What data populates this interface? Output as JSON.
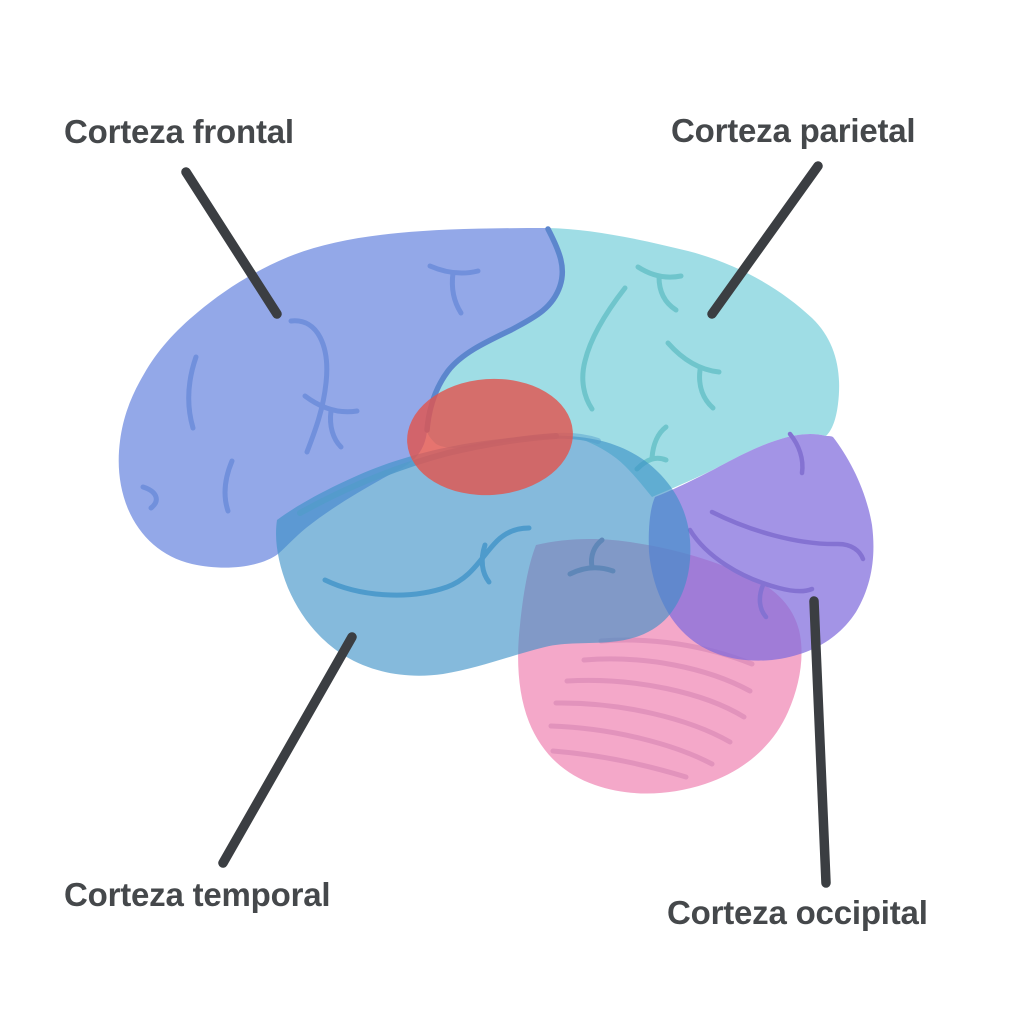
{
  "diagram": {
    "type": "brain-lateral-view-labeled",
    "language": "es",
    "background_color": "#FFFFFF",
    "label_color": "#45484B",
    "pointer_color": "#3B3E42",
    "regions": {
      "frontal": {
        "label": "Corteza frontal",
        "fill": "#93A8E8",
        "sulci": "#7190DC",
        "edge": "#5C86CD"
      },
      "parietal": {
        "label": "Corteza parietal",
        "fill": "#9FDDE5",
        "sulci": "#6FC5CC"
      },
      "temporal": {
        "label": "Corteza temporal",
        "fill": "#3A90C6",
        "sulci": "#4E9BCC",
        "edge": "#539BCB",
        "overlap_sulci": "#5F87B8"
      },
      "occipital": {
        "label": "Corteza occipital",
        "fill": "#806BDD",
        "sulci": "#8472D2"
      },
      "cerebellum": {
        "fill": "#F4A8C9",
        "ridges": "#E293BC"
      },
      "central_red_area": {
        "fill": "#E0554F"
      }
    }
  }
}
